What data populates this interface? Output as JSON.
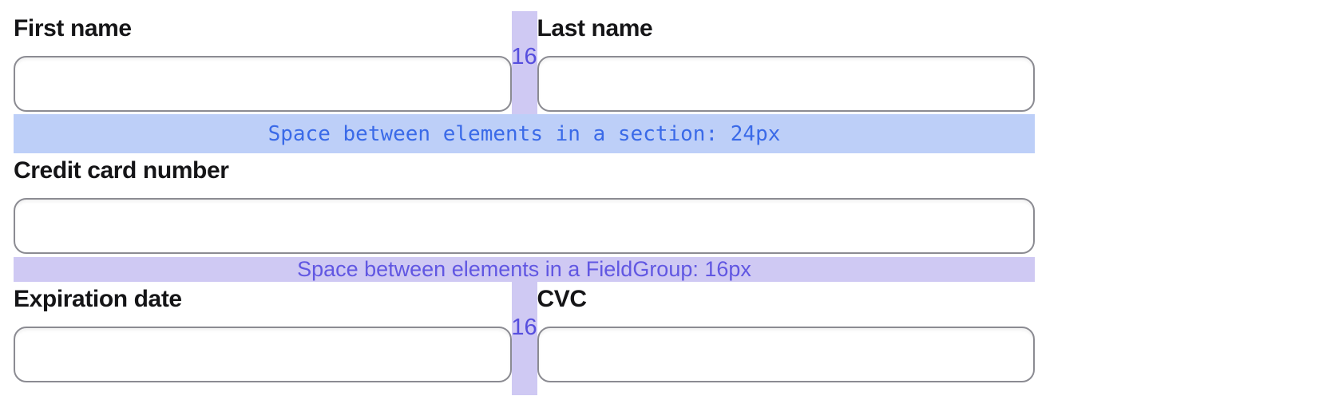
{
  "form": {
    "field_groups": [
      {
        "name": "name-group",
        "fields": [
          {
            "label": "First name",
            "value": "",
            "placeholder": ""
          },
          {
            "label": "Last name",
            "value": "",
            "placeholder": ""
          }
        ],
        "gap_label": "16"
      },
      {
        "name": "credit-card-group",
        "fields": [
          {
            "label": "Credit card number",
            "value": "",
            "placeholder": ""
          }
        ]
      },
      {
        "name": "expiry-cvc-group",
        "fields": [
          {
            "label": "Expiration date",
            "value": "",
            "placeholder": ""
          },
          {
            "label": "CVC",
            "value": "",
            "placeholder": ""
          }
        ],
        "gap_label": "16"
      }
    ]
  },
  "annotations": {
    "section_gap_label": "Space between elements in a section: 24px",
    "fieldgroup_gap_label": "Space between elements in a FieldGroup: 16px",
    "inline_gap_label": "16"
  },
  "colors": {
    "section_band_bg": "#bdcff8",
    "section_band_text": "#3a6ae8",
    "fieldgroup_band_bg": "#cfc9f3",
    "fieldgroup_band_text": "#6157e2",
    "gap_strip_bg": "#cfc9f3",
    "gap_number_text": "#564ede",
    "input_border": "#8b8b92",
    "label_text": "#151517",
    "page_bg": "#ffffff"
  }
}
